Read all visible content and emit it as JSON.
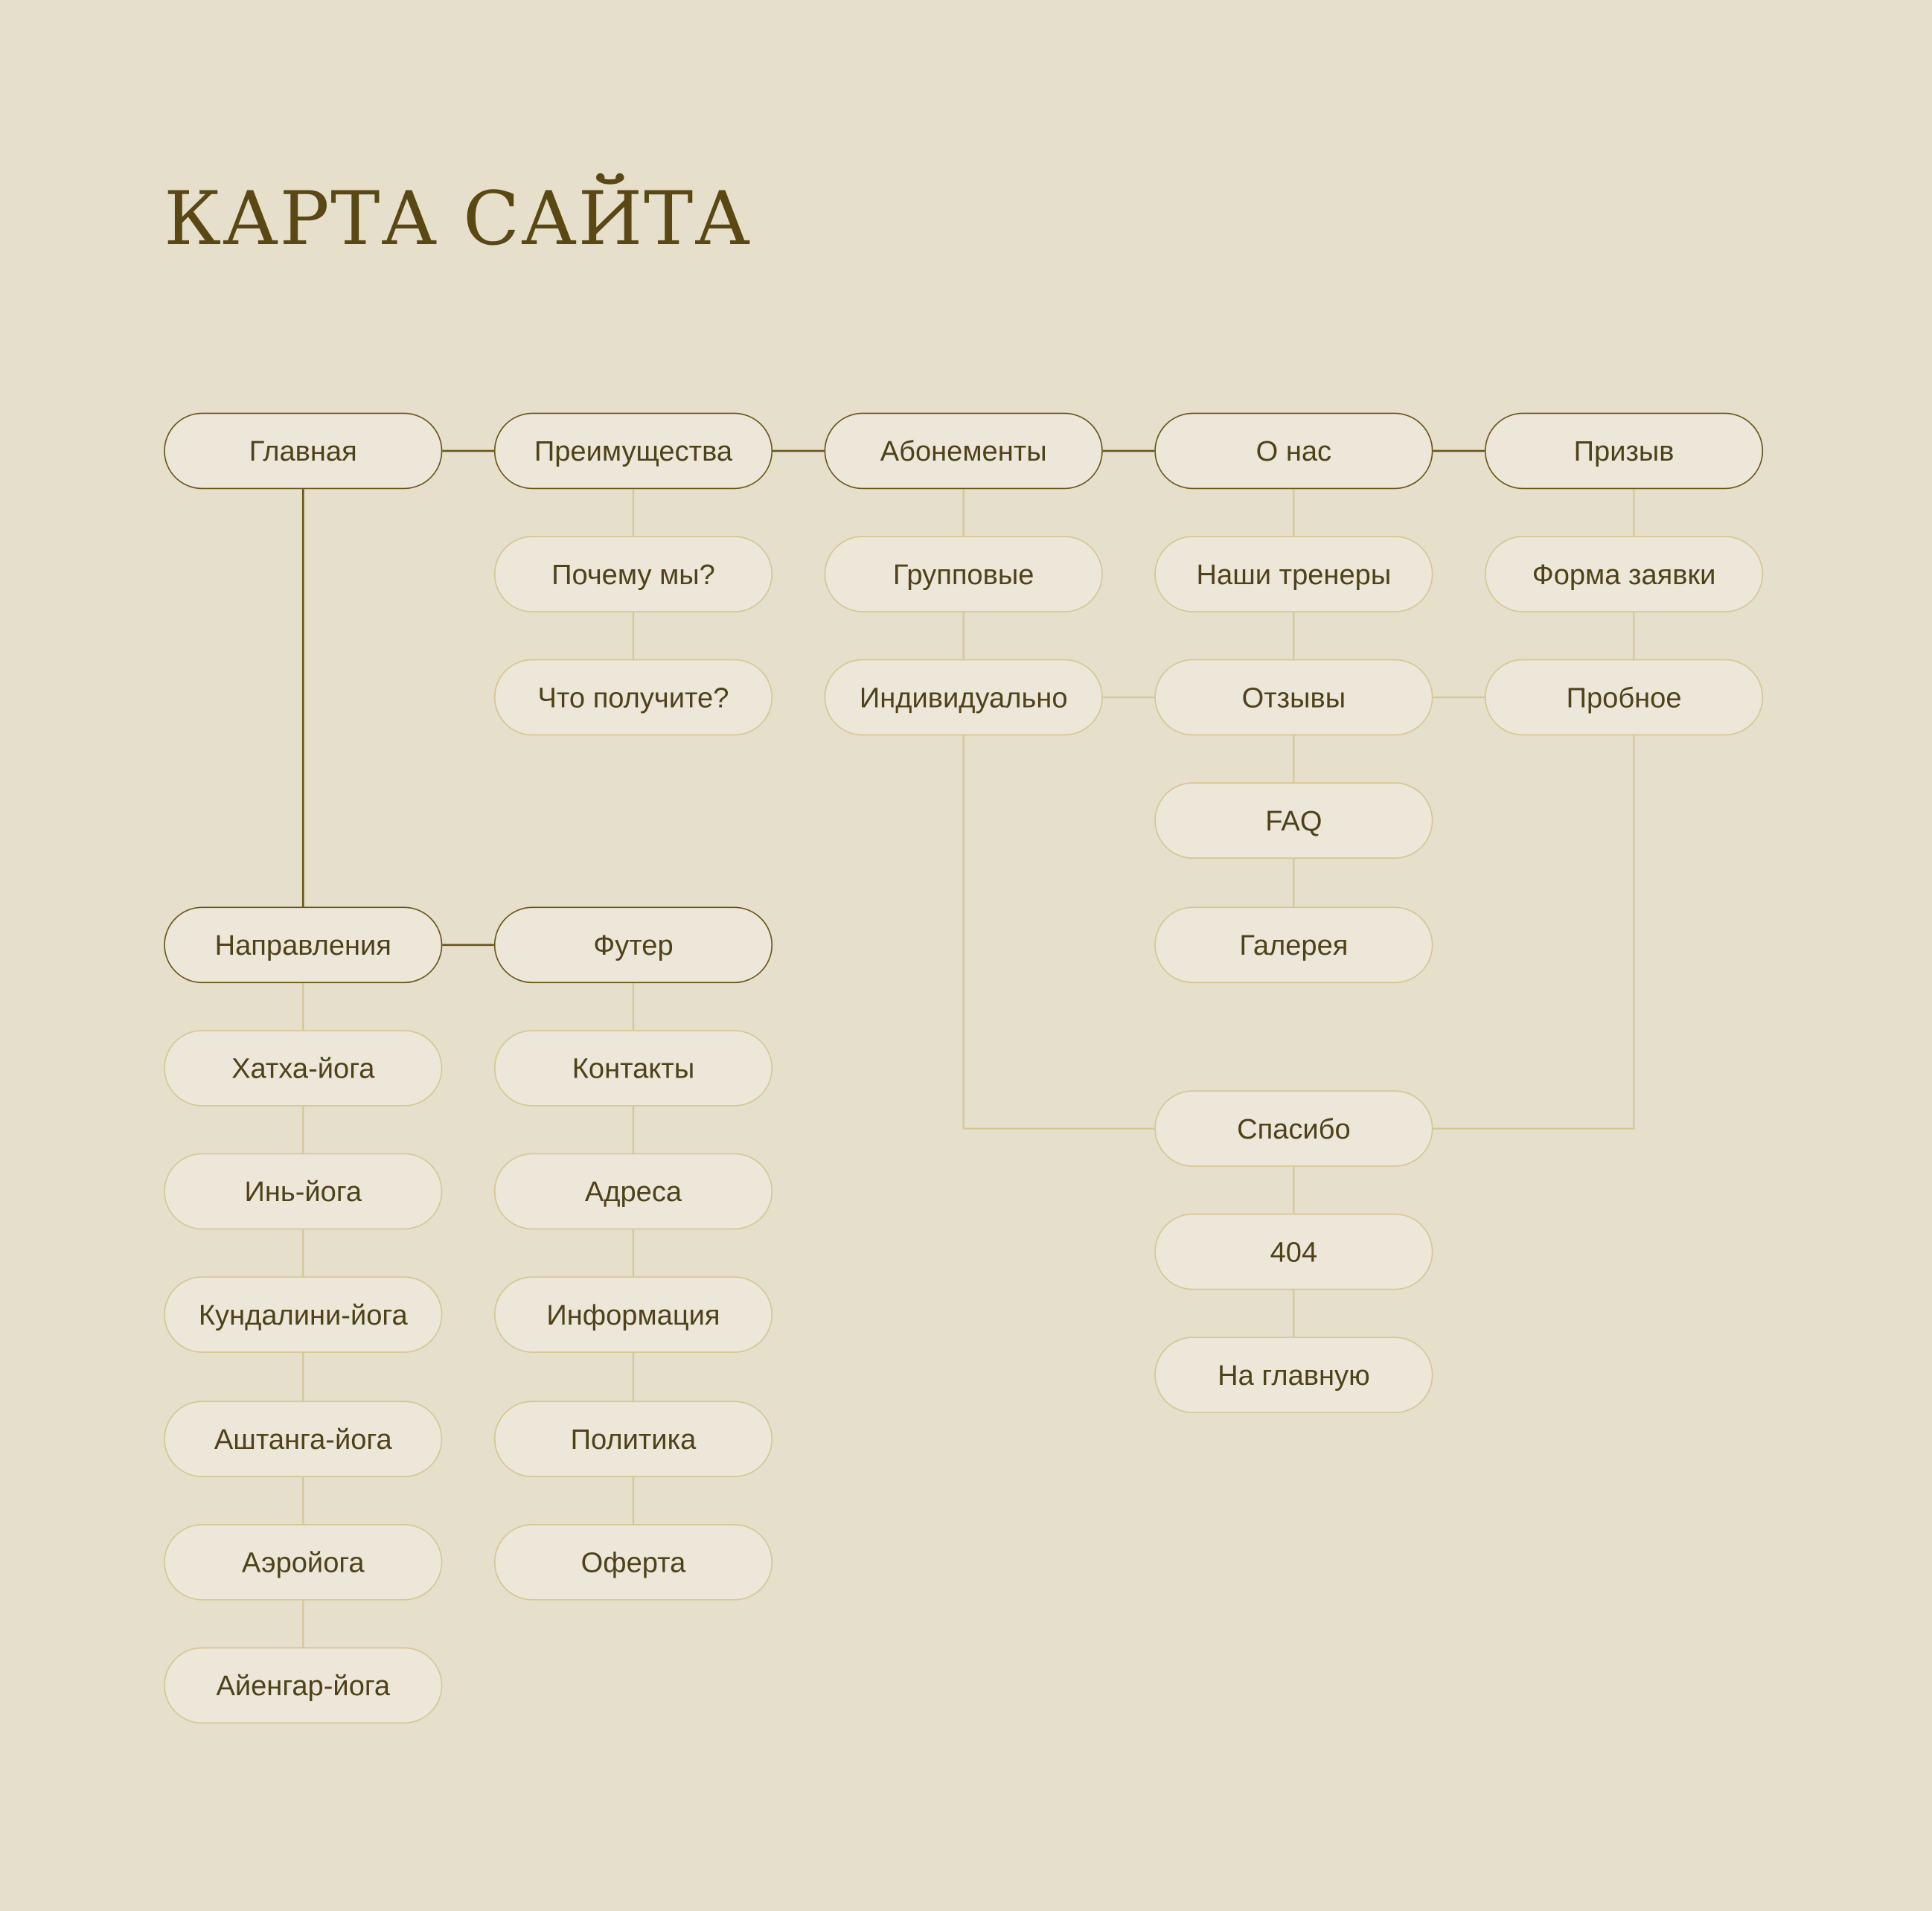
{
  "title": "КАРТА САЙТА",
  "colors": {
    "background": "#e5dfcc",
    "node_fill": "#ede7da",
    "main_border": "#6b5517",
    "sub_border": "#d6c690",
    "text": "#4f4219"
  },
  "nodes": {
    "home": "Главная",
    "advantages": "Преимущества",
    "why_us": "Почему мы?",
    "what_you_get": "Что получите?",
    "subscriptions": "Абонементы",
    "group": "Групповые",
    "individual": "Индивидуально",
    "about": "О нас",
    "trainers": "Наши тренеры",
    "reviews": "Отзывы",
    "faq": "FAQ",
    "gallery": "Галерея",
    "cta": "Призыв",
    "form": "Форма заявки",
    "trial": "Пробное",
    "thanks": "Спасибо",
    "e404": "404",
    "to_home": "На главную",
    "directions": "Направления",
    "hatha": "Хатха-йога",
    "yin": "Инь-йога",
    "kundalini": "Кундалини-йога",
    "ashtanga": "Аштанга-йога",
    "aero": "Аэройога",
    "iyengar": "Айенгар-йога",
    "footer": "Футер",
    "contacts": "Контакты",
    "addresses": "Адреса",
    "info": "Информация",
    "policy": "Политика",
    "offer": "Оферта"
  }
}
